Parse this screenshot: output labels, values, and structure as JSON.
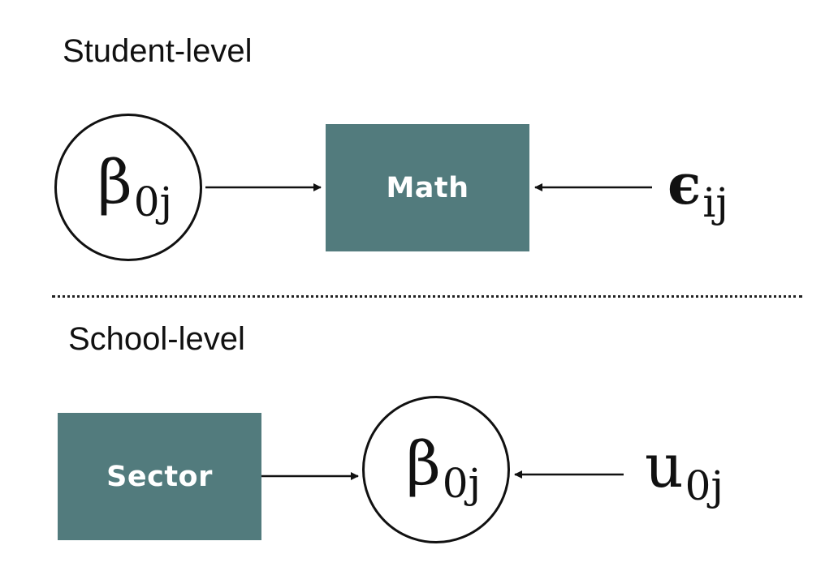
{
  "levels": {
    "student": {
      "title": "Student-level",
      "outcome_label": "Math",
      "intercept_symbol": "β",
      "intercept_subscript": "0j",
      "error_symbol": "ϵ",
      "error_subscript": "ij"
    },
    "school": {
      "title": "School-level",
      "predictor_label": "Sector",
      "intercept_symbol": "β",
      "intercept_subscript": "0j",
      "error_symbol": "u",
      "error_subscript": "0j"
    }
  },
  "colors": {
    "box_fill": "#527b7d",
    "box_text": "#ffffff",
    "stroke": "#111111"
  }
}
